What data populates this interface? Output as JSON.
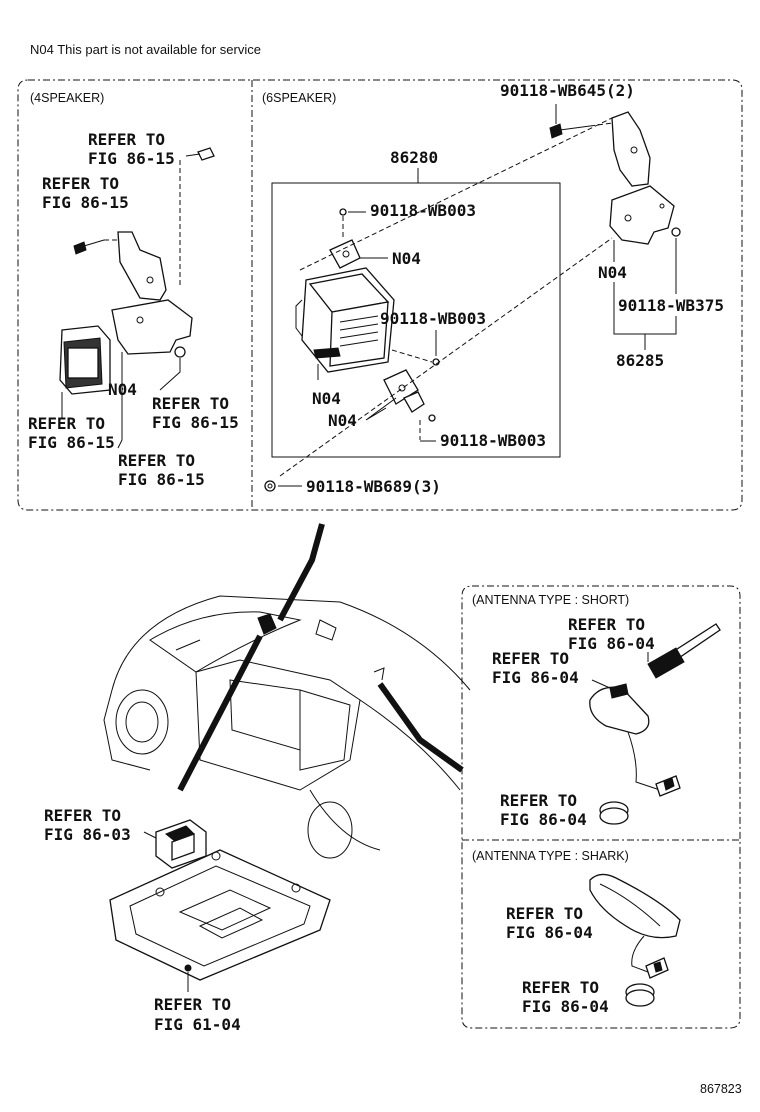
{
  "note": "N04 This part is not available for service",
  "figure_code": "867823",
  "panel_4speaker": {
    "title": "(4SPEAKER)",
    "refer_a": [
      "REFER TO",
      "FIG 86-15"
    ],
    "refer_b": [
      "REFER TO",
      "FIG 86-15"
    ],
    "refer_c": [
      "REFER TO",
      "FIG 86-15"
    ],
    "refer_d": [
      "REFER TO",
      "FIG 86-15"
    ],
    "refer_e": [
      "REFER TO",
      "FIG 86-15"
    ],
    "n04": "N04"
  },
  "panel_6speaker": {
    "title": "(6SPEAKER)",
    "bolt_top": "90118-WB645(2)",
    "assy": "86280",
    "screw_1": "90118-WB003",
    "n04_1": "N04",
    "screw_2": "90118-WB003",
    "n04_2": "N04",
    "n04_3": "N04",
    "screw_3": "90118-WB003",
    "nut": "90118-WB689(3)",
    "n04_4": "N04",
    "screw_4": "90118-WB375",
    "bracket": "86285"
  },
  "lower": {
    "refer_module": [
      "REFER TO",
      "FIG 86-03"
    ],
    "refer_console": [
      "REFER TO",
      "FIG 61-04"
    ]
  },
  "antenna_short": {
    "title": "(ANTENNA TYPE : SHORT)",
    "refer_rod": [
      "REFER TO",
      "FIG 86-04"
    ],
    "refer_base": [
      "REFER TO",
      "FIG 86-04"
    ],
    "refer_grommet": [
      "REFER TO",
      "FIG 86-04"
    ]
  },
  "antenna_shark": {
    "title": "(ANTENNA TYPE : SHARK)",
    "refer_body": [
      "REFER TO",
      "FIG 86-04"
    ],
    "refer_grommet": [
      "REFER TO",
      "FIG 86-04"
    ]
  }
}
